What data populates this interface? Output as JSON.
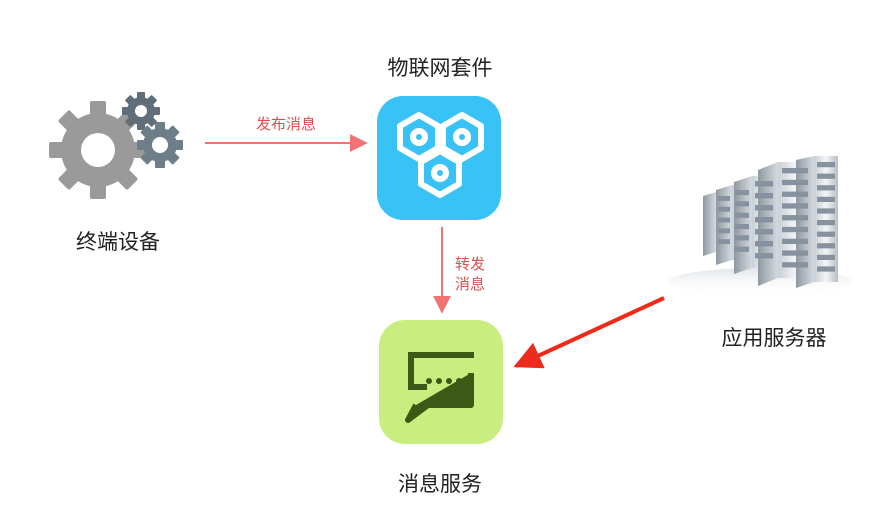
{
  "nodes": {
    "device": {
      "label": "终端设备",
      "icon": "gears-icon"
    },
    "iot_kit": {
      "label": "物联网套件",
      "icon": "hexagon-gears-icon",
      "color": "#38c2f5"
    },
    "message_service": {
      "label": "消息服务",
      "icon": "message-bubble-icon",
      "color": "#c8ee80"
    },
    "app_server": {
      "label": "应用服务器",
      "icon": "server-rack-icon"
    }
  },
  "edges": {
    "publish": {
      "label": "发布消息",
      "color": "#f27171"
    },
    "forward": {
      "label_line1": "转发",
      "label_line2": "消息",
      "color": "#f27171"
    },
    "app_to_service": {
      "color": "#ee2a1a"
    }
  }
}
